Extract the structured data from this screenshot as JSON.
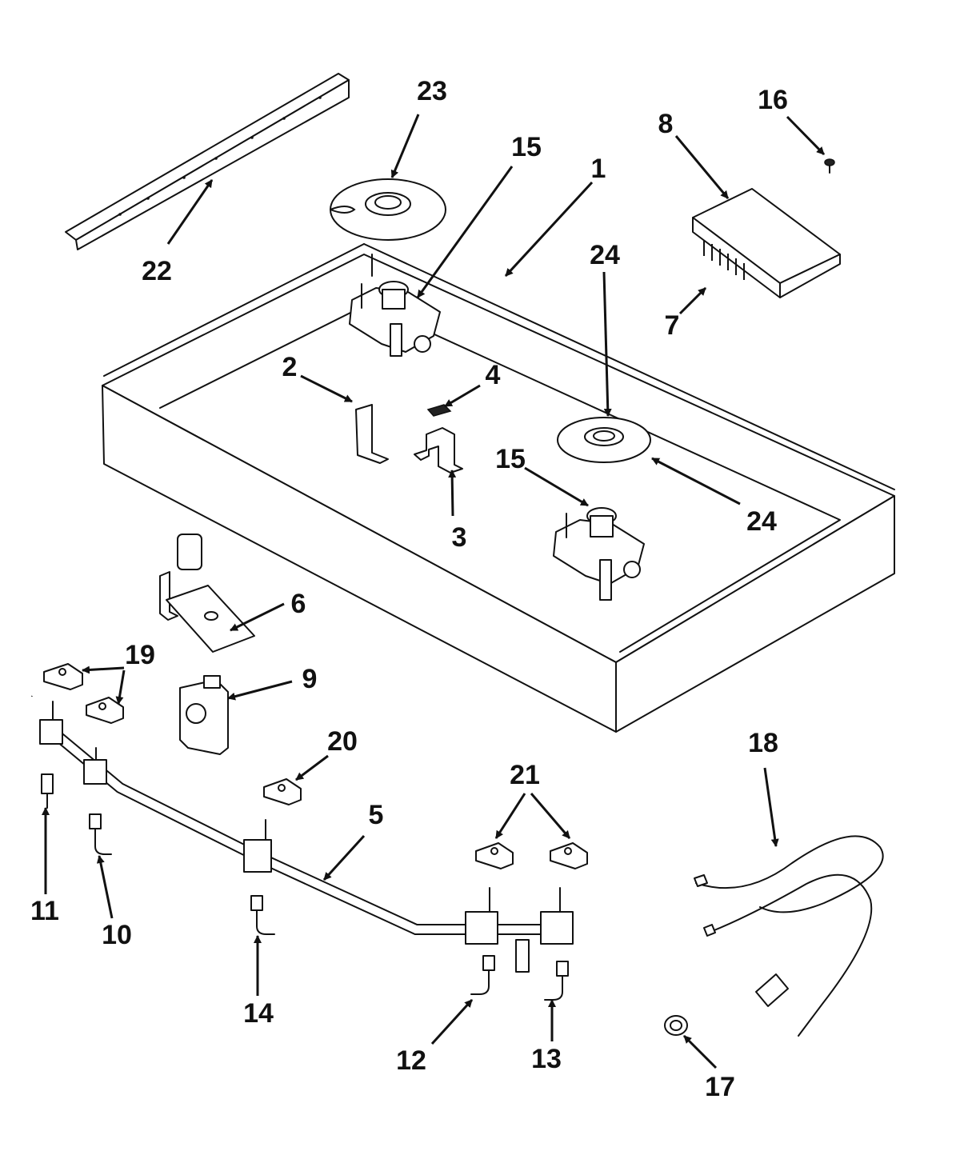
{
  "colors": {
    "ink": "#111111",
    "paper": "#ffffff"
  },
  "callouts": [
    "23",
    "15",
    "1",
    "8",
    "16",
    "22",
    "24",
    "7",
    "2",
    "4",
    "15",
    "24",
    "3",
    "6",
    "19",
    "9",
    "20",
    "18",
    "21",
    "5",
    "11",
    "10",
    "14",
    "12",
    "13",
    "17"
  ]
}
